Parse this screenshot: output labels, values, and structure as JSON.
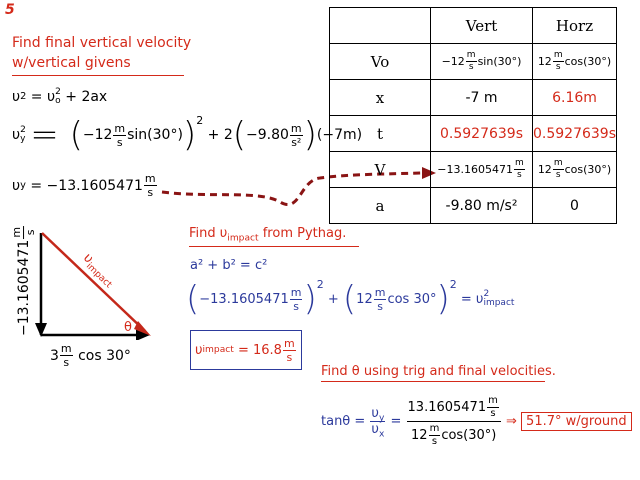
{
  "slide_number": "5",
  "left_heading": {
    "line1": "Find final vertical velocity",
    "line2": "w/vertical givens"
  },
  "eq1": {
    "lhs": "υ",
    "rhs_a": "= υ",
    "rhs_sub": "o",
    "rhs_b": "+ 2ax"
  },
  "eq2": {
    "lhs": "υ",
    "lhs_sub": "y",
    "open": "= (",
    "coef": "−12",
    "unit_n": "m",
    "unit_d": "s",
    "trig": "sin(30°)",
    "close": ")",
    "exp": "2",
    "plus": "+ 2",
    "g_coef": "−9.80",
    "g_unit_n": "m",
    "g_unit_d": "s²",
    "disp": "(−7m)"
  },
  "eq3": {
    "lhs": "υ",
    "lhs_sub": "y",
    "eq": "= −13.1605471",
    "unit_n": "m",
    "unit_d": "s"
  },
  "table": {
    "headers": [
      "",
      "Vert",
      "Horz"
    ],
    "rows": [
      {
        "label": "Vo",
        "vert": {
          "coef": "−12",
          "un": "m",
          "ud": "s",
          "trig": "sin(30°)"
        },
        "horz": {
          "coef": "12",
          "un": "m",
          "ud": "s",
          "trig": "cos(30°)"
        }
      },
      {
        "label": "x",
        "vert": "-7 m",
        "horz": "6.16m"
      },
      {
        "label": "t",
        "vert": "0.5927639s",
        "horz": "0.5927639s"
      },
      {
        "label": "V",
        "vert": {
          "coef": "−13.1605471",
          "un": "m",
          "ud": "s"
        },
        "horz": {
          "coef": "12",
          "un": "m",
          "ud": "s",
          "trig": "cos(30°)"
        }
      },
      {
        "label": "a",
        "vert": "-9.80 m/s²",
        "horz": "0"
      }
    ]
  },
  "triangle": {
    "vertical_label": "−13.1605471",
    "v_unit_n": "m",
    "v_unit_d": "s",
    "horizontal_coef": "3",
    "h_unit_n": "m",
    "h_unit_d": "s",
    "horizontal_trig": "cos 30°",
    "hyp_label": "υ",
    "hyp_sub": "impact",
    "angle_label": "θ"
  },
  "pythag": {
    "heading_a": "Find υ",
    "heading_sub": "impact",
    "heading_b": " from Pythag.",
    "formula": "a² + b² = c²",
    "t1_coef": "−13.1605471",
    "t1_un": "m",
    "t1_ud": "s",
    "plus": "+",
    "t2_coef": "12",
    "t2_un": "m",
    "t2_ud": "s",
    "t2_trig": "cos 30°",
    "exp": "2",
    "rhs": "= υ",
    "rhs_sup": "2",
    "rhs_sub": "impact",
    "result_lhs": "υ",
    "result_sub": "impact",
    "result_eq": "= 16.8",
    "result_un": "m",
    "result_ud": "s"
  },
  "theta": {
    "heading": "Find θ using trig and final velocities.",
    "lhs": "tanθ =",
    "vy": "υ",
    "vy_sub": "y",
    "vx": "υ",
    "vx_sub": "x",
    "eq": "=",
    "num": "13.1605471",
    "num_un": "m",
    "num_ud": "s",
    "den_coef": "12",
    "den_un": "m",
    "den_ud": "s",
    "den_trig": "cos(30°)",
    "arrow": "⇒",
    "result": "51.7° w/ground"
  },
  "colors": {
    "red": "#d42a1a",
    "blue": "#2c3a9c",
    "arrow": "#8a1414",
    "hyp": "#c4281a"
  }
}
